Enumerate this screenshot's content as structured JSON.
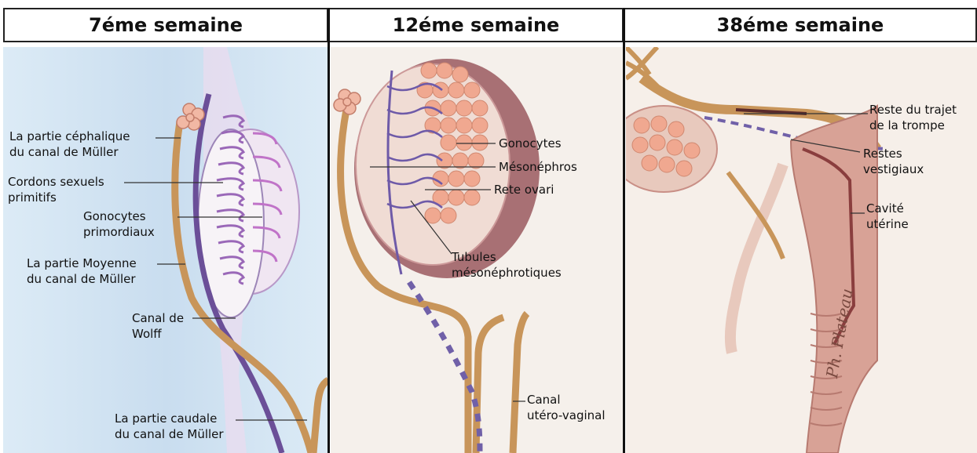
{
  "headers": {
    "week7": "7éme semaine",
    "week12": "12éme semaine",
    "week38": "38éme semaine"
  },
  "panel1": {
    "cephalic": [
      "La partie céphalique",
      "du canal de Müller"
    ],
    "cords": [
      "Cordons sexuels",
      "primitifs"
    ],
    "gonocytes": [
      "Gonocytes",
      "primordiaux"
    ],
    "middle": [
      "La partie Moyenne",
      "du canal de Müller"
    ],
    "wolff": [
      "Canal de",
      "Wolff"
    ],
    "caudal": [
      "La partie caudale",
      "du canal de Müller"
    ]
  },
  "panel2": {
    "gonocytes": "Gonocytes",
    "mesonephros": "Mésonéphros",
    "rete": "Rete ovari",
    "tubules": [
      "Tubules",
      "mésonéphrotiques"
    ],
    "canal": [
      "Canal",
      "utéro-vaginal"
    ]
  },
  "panel3": {
    "reste": [
      "Reste du trajet",
      "de la trompe"
    ],
    "restes": [
      "Restes",
      "vestigiaux"
    ],
    "cavite": [
      "Cavité",
      "utérine"
    ],
    "signature": "Ph. Plateau"
  },
  "colors": {
    "panel1_bg": "#d6e7f3",
    "panel2_bg": "#f4efea",
    "panel3_bg": "#f6efe9",
    "duct_tan": "#c8955a",
    "mesonephric_purple": "#7b5ca8",
    "gonad_pink": "#e8a58e"
  }
}
